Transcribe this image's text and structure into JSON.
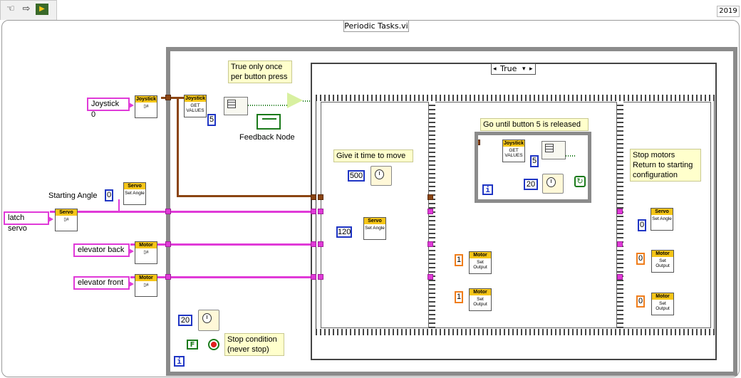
{
  "header": {
    "year": "2019",
    "vi_title": "Periodic Tasks.vi"
  },
  "icons": [
    "hand-pointer-icon",
    "run-arrow-icon",
    "labview-vi-icon"
  ],
  "colors": {
    "refnum_wire": "#e03ad8",
    "cluster_wire": "#8b4513",
    "int_constant": "#1f35c4",
    "float_constant": "#f07d1b",
    "bool_constant": "#1a7a1a",
    "comment_bg": "#ffffcc",
    "block_header": "#f5c518"
  },
  "controls": {
    "joystick0": "Joystick 0",
    "latch_servo": "latch servo",
    "elevator_back": "elevator back",
    "elevator_front": "elevator front",
    "starting_angle_label": "Starting Angle"
  },
  "constants": {
    "starting_angle": "0",
    "button_index": "5",
    "wait_outer": "20",
    "stop_bool": "F",
    "seq1_wait": "500",
    "seq1_angle": "120",
    "seq2_button": "5",
    "seq2_wait": "20",
    "seq2_motor_back": "1",
    "seq2_motor_front": "1",
    "seq3_servo": "0",
    "seq3_motor_back": "0",
    "seq3_motor_front": "0"
  },
  "blocks": {
    "joystick": "Joystick",
    "servo": "Servo",
    "motor": "Motor",
    "get_values": "GET VALUES",
    "set_angle": "Set Angle",
    "set_output": "Set Output"
  },
  "comments": {
    "true_once": "True only once per button press",
    "feedback_node": "Feedback Node",
    "give_time": "Give it time to move",
    "go_until": "Go until button 5 is released",
    "stop_motors": "Stop motors Return to starting configuration",
    "stop_condition": "Stop condition (never stop)"
  },
  "case_structure": {
    "selector_value": "True"
  },
  "loop_terminal": "i"
}
